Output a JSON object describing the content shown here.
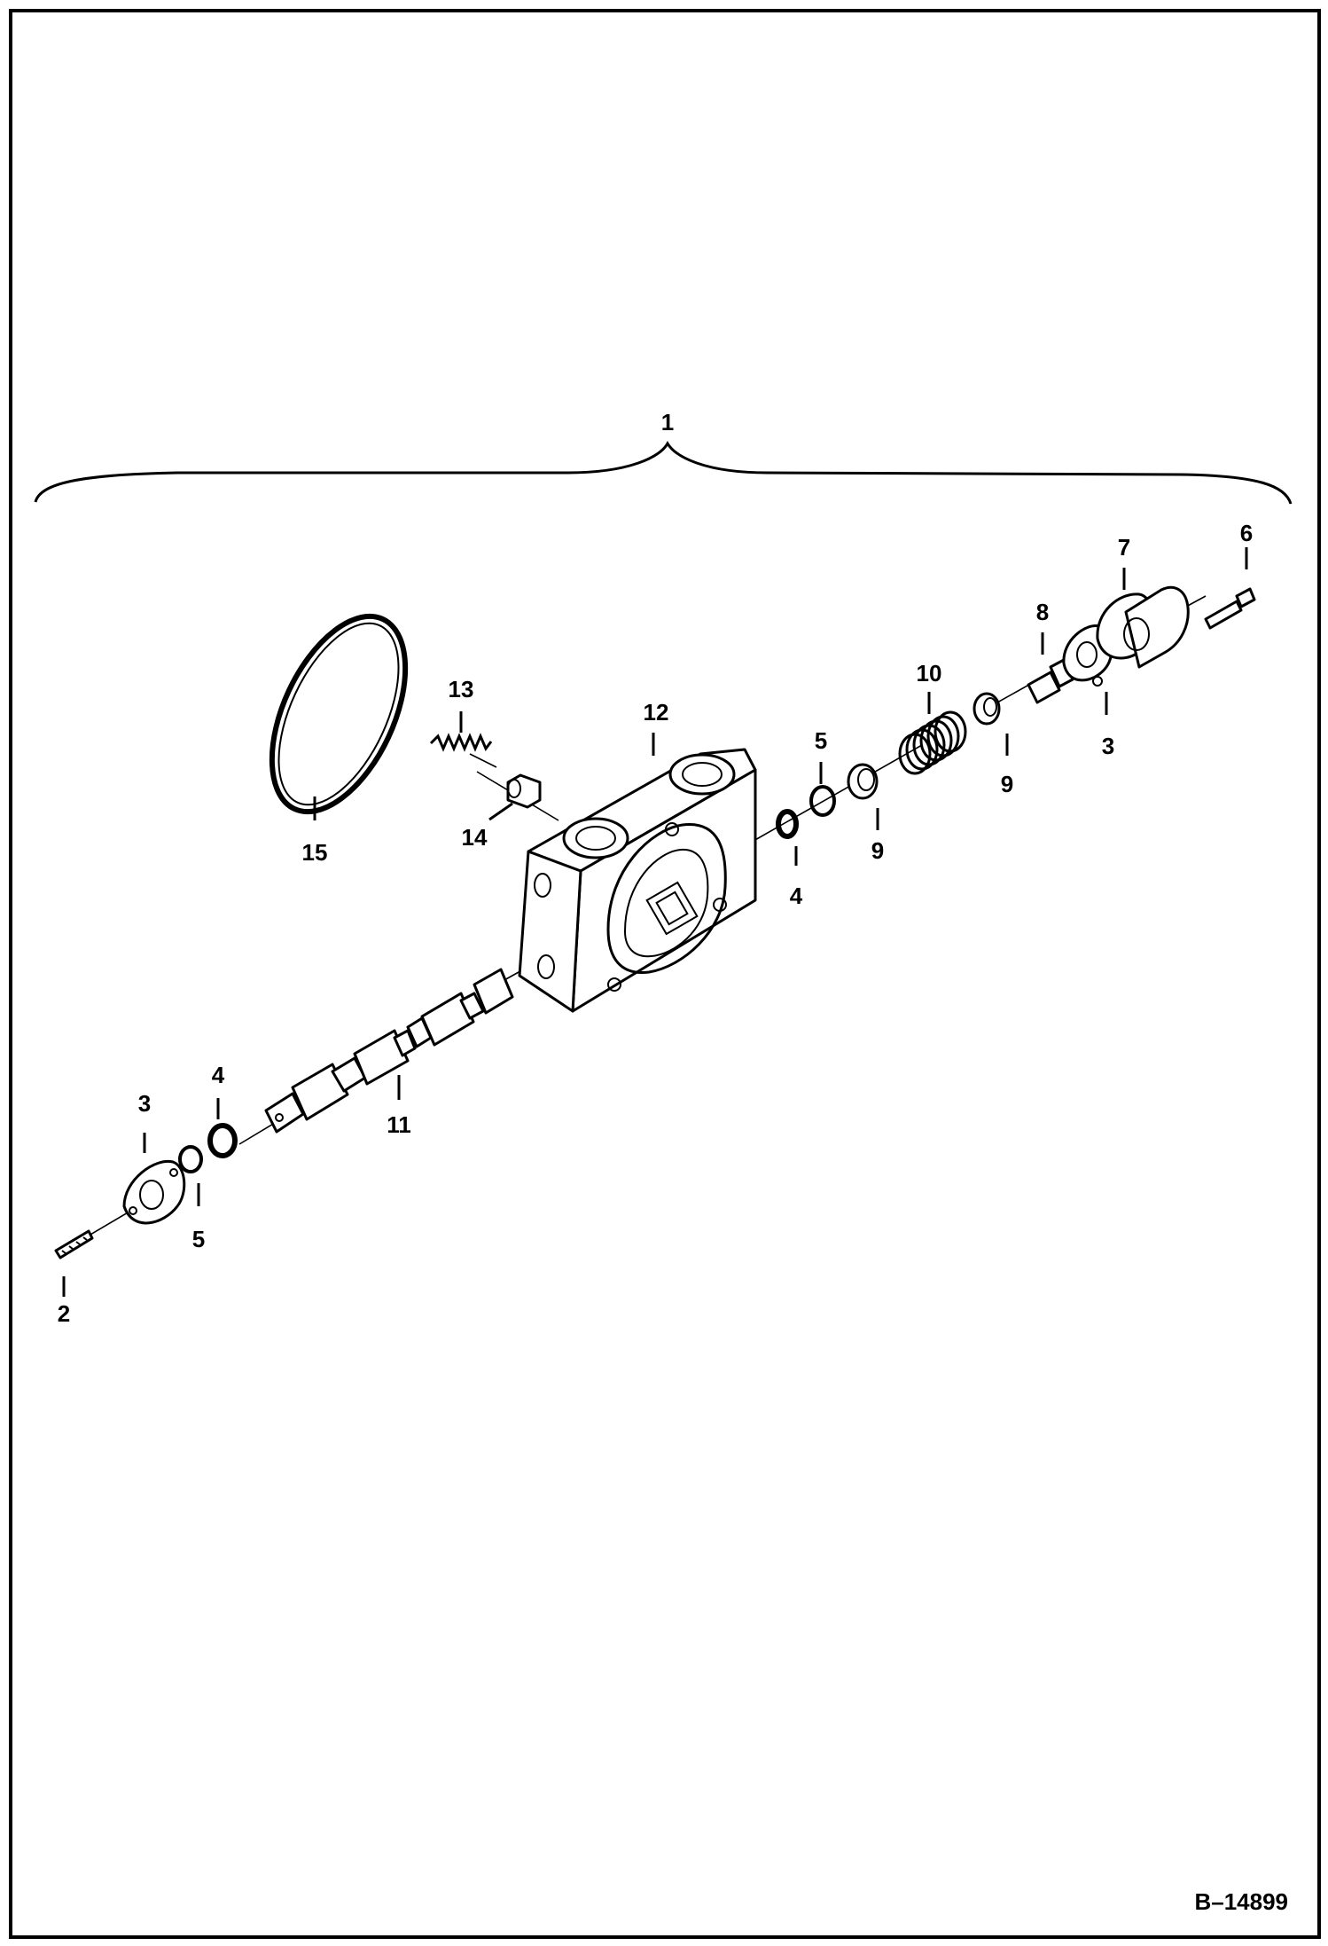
{
  "figure_code": "B–14899",
  "callouts": {
    "c1": "1",
    "c2": "2",
    "c3a": "3",
    "c3b": "3",
    "c4a": "4",
    "c4b": "4",
    "c5a": "5",
    "c5b": "5",
    "c6": "6",
    "c7": "7",
    "c8": "8",
    "c9a": "9",
    "c9b": "9",
    "c10": "10",
    "c11": "11",
    "c12": "12",
    "c13": "13",
    "c14": "14",
    "c15": "15"
  }
}
